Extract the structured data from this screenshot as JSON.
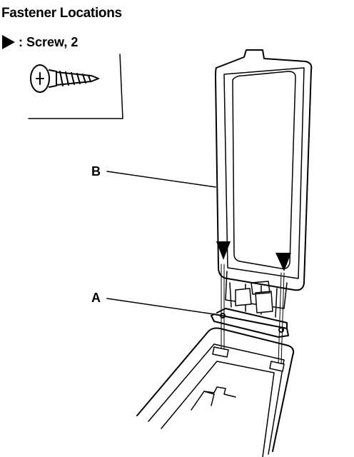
{
  "title": "Fastener Locations",
  "legend": {
    "icon": "filled-right-triangle",
    "label": ": Screw, 2"
  },
  "callouts": {
    "a": "A",
    "b": "B"
  }
}
